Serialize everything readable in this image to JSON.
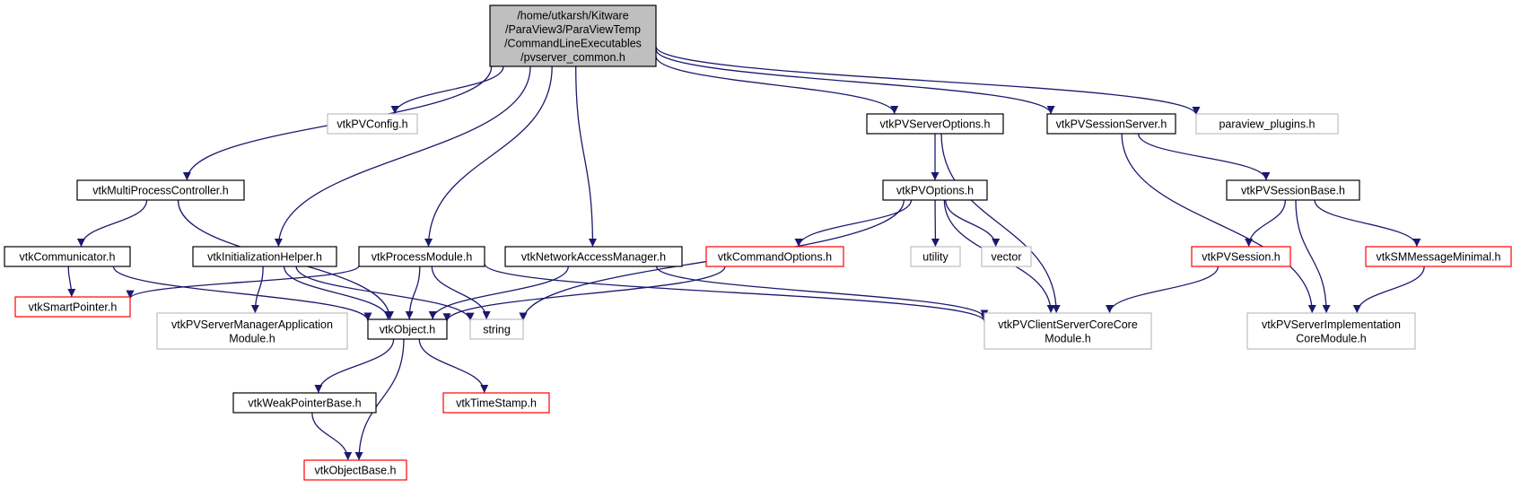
{
  "colors": {
    "edge": "#191970",
    "border_default": "#000000",
    "border_external": "#bfbfbf",
    "border_incomplete": "#ff0000",
    "root_fill": "#bfbfbf",
    "node_fill": "#ffffff"
  },
  "nodes": {
    "root": {
      "lines": [
        "/home/utkarsh/Kitware",
        "/ParaView3/ParaViewTemp",
        "/CommandLineExecutables",
        "/pvserver_common.h"
      ],
      "kind": "root"
    },
    "vtkPVConfig": {
      "lines": [
        "vtkPVConfig.h"
      ],
      "kind": "external"
    },
    "vtkPVServerOptions": {
      "lines": [
        "vtkPVServerOptions.h"
      ],
      "kind": "normal"
    },
    "vtkPVSessionServer": {
      "lines": [
        "vtkPVSessionServer.h"
      ],
      "kind": "normal"
    },
    "paraview_plugins": {
      "lines": [
        "paraview_plugins.h"
      ],
      "kind": "external"
    },
    "vtkMultiProcessController": {
      "lines": [
        "vtkMultiProcessController.h"
      ],
      "kind": "normal"
    },
    "vtkPVOptions": {
      "lines": [
        "vtkPVOptions.h"
      ],
      "kind": "normal"
    },
    "vtkPVSessionBase": {
      "lines": [
        "vtkPVSessionBase.h"
      ],
      "kind": "normal"
    },
    "vtkCommunicator": {
      "lines": [
        "vtkCommunicator.h"
      ],
      "kind": "normal"
    },
    "vtkInitializationHelper": {
      "lines": [
        "vtkInitializationHelper.h"
      ],
      "kind": "normal"
    },
    "vtkProcessModule": {
      "lines": [
        "vtkProcessModule.h"
      ],
      "kind": "normal"
    },
    "vtkNetworkAccessManager": {
      "lines": [
        "vtkNetworkAccessManager.h"
      ],
      "kind": "normal"
    },
    "vtkCommandOptions": {
      "lines": [
        "vtkCommandOptions.h"
      ],
      "kind": "incomplete"
    },
    "utility": {
      "lines": [
        "utility"
      ],
      "kind": "external"
    },
    "vector": {
      "lines": [
        "vector"
      ],
      "kind": "external"
    },
    "vtkPVSession": {
      "lines": [
        "vtkPVSession.h"
      ],
      "kind": "incomplete"
    },
    "vtkSMMessageMinimal": {
      "lines": [
        "vtkSMMessageMinimal.h"
      ],
      "kind": "incomplete"
    },
    "vtkSmartPointer": {
      "lines": [
        "vtkSmartPointer.h"
      ],
      "kind": "incomplete"
    },
    "vtkPVServerManagerApplicationModule": {
      "lines": [
        "vtkPVServerManagerApplication",
        "Module.h"
      ],
      "kind": "external"
    },
    "vtkObject": {
      "lines": [
        "vtkObject.h"
      ],
      "kind": "normal"
    },
    "string": {
      "lines": [
        "string"
      ],
      "kind": "external"
    },
    "vtkPVClientServerCoreCoreModule": {
      "lines": [
        "vtkPVClientServerCoreCore",
        "Module.h"
      ],
      "kind": "external"
    },
    "vtkPVServerImplementationCoreModule": {
      "lines": [
        "vtkPVServerImplementation",
        "CoreModule.h"
      ],
      "kind": "external"
    },
    "vtkWeakPointerBase": {
      "lines": [
        "vtkWeakPointerBase.h"
      ],
      "kind": "normal"
    },
    "vtkTimeStamp": {
      "lines": [
        "vtkTimeStamp.h"
      ],
      "kind": "incomplete"
    },
    "vtkObjectBase": {
      "lines": [
        "vtkObjectBase.h"
      ],
      "kind": "incomplete"
    }
  },
  "edges": [
    [
      "root",
      "vtkPVConfig"
    ],
    [
      "root",
      "vtkPVServerOptions"
    ],
    [
      "root",
      "vtkPVSessionServer"
    ],
    [
      "root",
      "paraview_plugins"
    ],
    [
      "root",
      "vtkMultiProcessController"
    ],
    [
      "root",
      "vtkInitializationHelper"
    ],
    [
      "root",
      "vtkProcessModule"
    ],
    [
      "root",
      "vtkNetworkAccessManager"
    ],
    [
      "vtkPVServerOptions",
      "vtkPVOptions"
    ],
    [
      "vtkPVServerOptions",
      "vtkPVClientServerCoreCoreModule"
    ],
    [
      "vtkPVSessionServer",
      "vtkPVSessionBase"
    ],
    [
      "vtkPVSessionServer",
      "vtkPVServerImplementationCoreModule"
    ],
    [
      "vtkMultiProcessController",
      "vtkCommunicator"
    ],
    [
      "vtkMultiProcessController",
      "vtkObject"
    ],
    [
      "vtkPVOptions",
      "vtkCommandOptions"
    ],
    [
      "vtkPVOptions",
      "utility"
    ],
    [
      "vtkPVOptions",
      "vector"
    ],
    [
      "vtkPVOptions",
      "vtkPVClientServerCoreCoreModule"
    ],
    [
      "vtkPVOptions",
      "string"
    ],
    [
      "vtkPVSessionBase",
      "vtkPVSession"
    ],
    [
      "vtkPVSessionBase",
      "vtkSMMessageMinimal"
    ],
    [
      "vtkPVSessionBase",
      "vtkPVServerImplementationCoreModule"
    ],
    [
      "vtkCommunicator",
      "vtkSmartPointer"
    ],
    [
      "vtkCommunicator",
      "vtkObject"
    ],
    [
      "vtkInitializationHelper",
      "vtkPVServerManagerApplicationModule"
    ],
    [
      "vtkInitializationHelper",
      "vtkObject"
    ],
    [
      "vtkInitializationHelper",
      "string"
    ],
    [
      "vtkProcessModule",
      "vtkSmartPointer"
    ],
    [
      "vtkProcessModule",
      "vtkObject"
    ],
    [
      "vtkProcessModule",
      "string"
    ],
    [
      "vtkProcessModule",
      "vtkPVClientServerCoreCoreModule"
    ],
    [
      "vtkNetworkAccessManager",
      "vtkObject"
    ],
    [
      "vtkNetworkAccessManager",
      "vtkPVClientServerCoreCoreModule"
    ],
    [
      "vtkCommandOptions",
      "vtkObject"
    ],
    [
      "vtkPVSession",
      "vtkPVClientServerCoreCoreModule"
    ],
    [
      "vtkSMMessageMinimal",
      "vtkPVServerImplementationCoreModule"
    ],
    [
      "vtkObject",
      "vtkWeakPointerBase"
    ],
    [
      "vtkObject",
      "vtkTimeStamp"
    ],
    [
      "vtkObject",
      "vtkObjectBase"
    ],
    [
      "vtkWeakPointerBase",
      "vtkObjectBase"
    ]
  ]
}
